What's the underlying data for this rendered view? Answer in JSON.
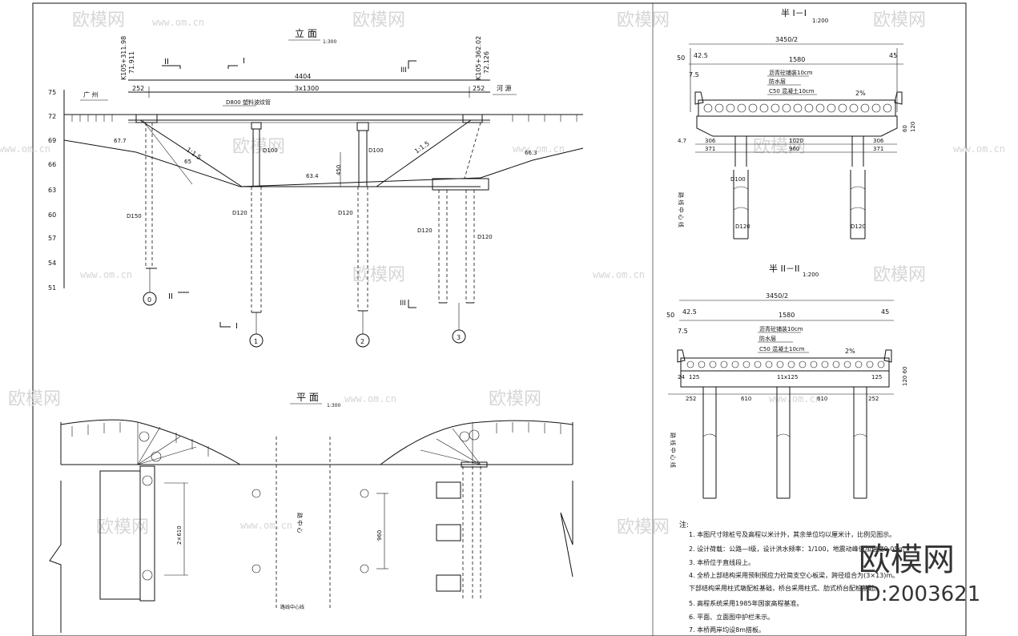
{
  "watermark": {
    "brand": "欧模网",
    "url": "www.om.cn",
    "brand_big": "欧模网",
    "id_text": "ID:2003621"
  },
  "elevation": {
    "title": "立 面",
    "scale": "1:300",
    "station_left": "K105+311.98",
    "elev_left": "71.911",
    "station_right": "K105+362.02",
    "elev_right": "72.126",
    "total_len": "4404",
    "span_left": "252",
    "spans": "3x1300",
    "span_right": "252",
    "dir_left": "广 州",
    "dir_right": "河 源",
    "bearing_label": "D800 塑料波纹管",
    "levels": [
      "75",
      "72",
      "69",
      "66",
      "63",
      "60",
      "57",
      "54",
      "51"
    ],
    "ground_left": "67.7",
    "ground_right": "66.3",
    "water_level": "63.4",
    "slope_left": "1:1.5",
    "slope_right": "1:1.5",
    "slope_angle": "65",
    "height_450": "450",
    "pier_col": "D100",
    "pier_col2": "D100",
    "pile_abut_left": "D150",
    "pile1": "D120",
    "pile2": "D120",
    "pile3a": "D120",
    "pile3b": "D120",
    "axis_0": "0",
    "axis_1": "1",
    "axis_2": "2",
    "axis_3": "3",
    "sec_ii": "II",
    "sec_i": "I",
    "sec_iii": "III"
  },
  "plan": {
    "title": "平 面",
    "scale": "1:300",
    "dim_left": "2×610",
    "dim_mid": "960",
    "label_center": "路线中心线",
    "label_road": "路 中 心"
  },
  "section_1": {
    "title": "半 I－I",
    "scale": "1:200",
    "half_width": "3450/2",
    "w50": "50",
    "w425": "42.5",
    "w1580": "1580",
    "w45": "45",
    "w75": "7.5",
    "layer1": "沥青砼铺装10cm",
    "layer2": "防水层",
    "layer3": "C50 混凝土10cm",
    "slope": "2%",
    "h1": "60",
    "h2": "120",
    "d306a": "306",
    "d1020": "1020",
    "d306b": "306",
    "d371a": "371",
    "d960": "960",
    "d371b": "371",
    "d47": "4.7",
    "col": "D100",
    "pile_a": "D120",
    "pile_b": "D120",
    "cl": "路 线 中 心 线"
  },
  "section_2": {
    "title": "半 II－II",
    "scale": "1:200",
    "half_width": "3450/2",
    "w50": "50",
    "w425": "42.5",
    "w1580": "1580",
    "w45": "45",
    "w75": "7.5",
    "layer1": "沥青砼铺装10cm",
    "layer2": "防水层",
    "layer3": "C50 混凝土10cm",
    "slope": "2%",
    "h": "120 60",
    "d125a": "125",
    "d11x125": "11x125",
    "d125b": "125",
    "d24": "24",
    "d252a": "252",
    "d610a": "610",
    "d610b": "610",
    "d252b": "252",
    "cl": "路 线 中 心 线"
  },
  "notes": {
    "heading": "注:",
    "items": [
      "1. 本图尺寸除桩号及高程以米计外，其余单位均以厘米计，比例见图示。",
      "2. 设计荷载：公路—I级，设计洪水频率：1/100，地震动峰值加速度0.05g。",
      "3. 本桥位于直线段上。",
      "4. 全桥上部结构采用预制预应力砼简支空心板梁，跨径组合为(3×13)m。",
      "   下部结构采用柱式墩配桩基础，桥台采用柱式、肋式桥台配桩基础。",
      "5. 高程系统采用1985年国家高程基准。",
      "6. 平面、立面图中护栏未示。",
      "7. 本桥两岸均设8m搭板。"
    ]
  }
}
